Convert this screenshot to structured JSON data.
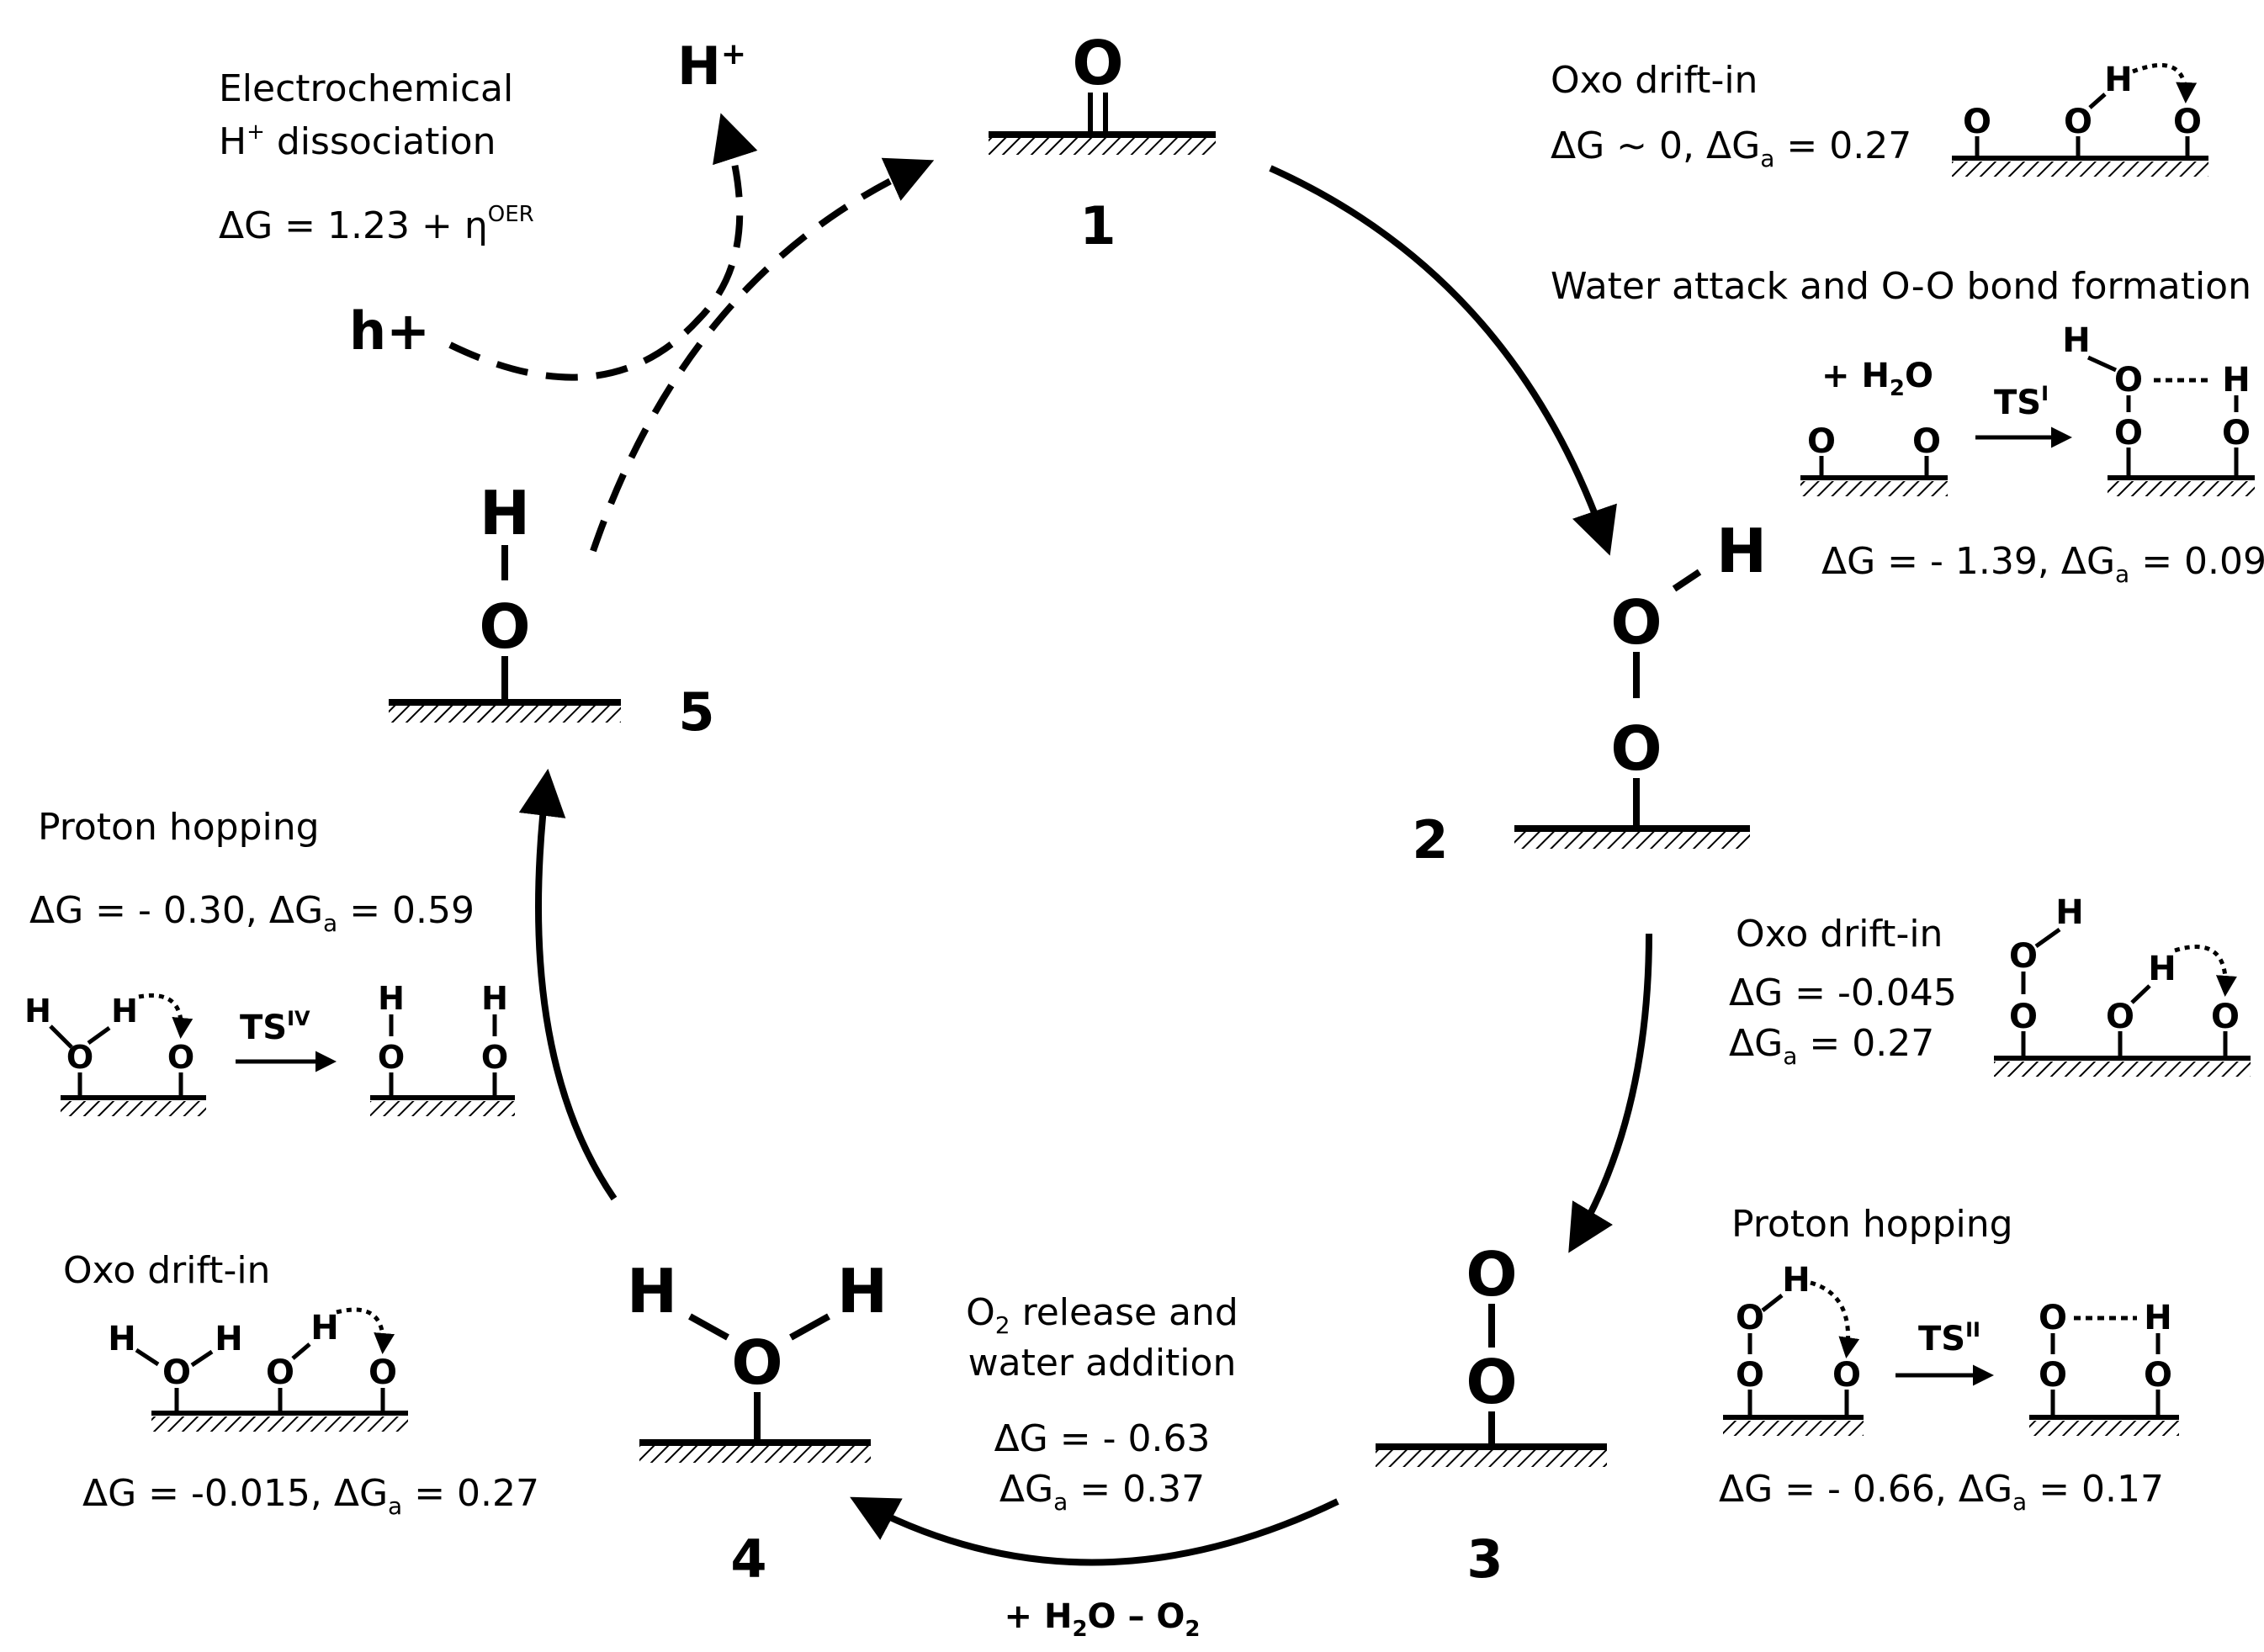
{
  "cycle_states": {
    "s1": {
      "number": "1",
      "atoms": "O"
    },
    "s2": {
      "number": "2",
      "atoms": "O-O-H"
    },
    "s3": {
      "number": "3",
      "atoms": "O-O"
    },
    "s4": {
      "number": "4",
      "atoms": "H-O-H"
    },
    "s5": {
      "number": "5",
      "atoms": "H-O"
    }
  },
  "electrochemical": {
    "title_line1": "Electrochemical",
    "title_line2_main": "H",
    "title_line2_sup": "+",
    "title_line2_rest": " dissociation",
    "dg_main": "ΔG = 1.23 + η",
    "dg_sup": "OER",
    "h_plus": "H",
    "h_plus_sup": "+",
    "hole": "h+"
  },
  "top_right": {
    "title": "Oxo drift-in",
    "energy_main": "ΔG ~ 0, ΔG",
    "energy_sub": "a",
    "energy_rest": " =  0.27"
  },
  "water_attack": {
    "title": "Water attack and O-O bond formation",
    "reagent_main": "+ H",
    "reagent_sub": "2",
    "reagent_rest": "O",
    "ts_main": "TS",
    "ts_sup": "I",
    "energy_main": "ΔG = - 1.39, ΔG",
    "energy_sub": "a",
    "energy_rest": " =  0.09"
  },
  "mid_right": {
    "title": "Oxo drift-in",
    "energy1": "ΔG = -0.045",
    "energy2_main": "ΔG",
    "energy2_sub": "a",
    "energy2_rest": " =  0.27"
  },
  "bottom_right": {
    "title": "Proton hopping",
    "ts_main": "TS",
    "ts_sup": "II",
    "energy_main": "ΔG = - 0.66, ΔG",
    "energy_sub": "a",
    "energy_rest": " =  0.17"
  },
  "o2_release": {
    "title_line1_main": "O",
    "title_line1_sub": "2",
    "title_line1_rest": " release and",
    "title_line2": "water addition",
    "energy1": "ΔG = - 0.63",
    "energy2_main": "ΔG",
    "energy2_sub": "a",
    "energy2_rest": " =  0.37",
    "reagent_main": "+ H",
    "reagent_sub1": "2",
    "reagent_mid": "O – O",
    "reagent_sub2": "2"
  },
  "bottom_left": {
    "title": "Oxo drift-in",
    "energy_main": "ΔG = -0.015, ΔG",
    "energy_sub": "a",
    "energy_rest": " =  0.27"
  },
  "mid_left": {
    "title": "Proton hopping",
    "energy_main": "ΔG = - 0.30, ΔG",
    "energy_sub": "a",
    "energy_rest": " =  0.59",
    "ts_main": "TS",
    "ts_sup": "IV"
  },
  "atom_labels": {
    "o": "O",
    "h": "H"
  }
}
